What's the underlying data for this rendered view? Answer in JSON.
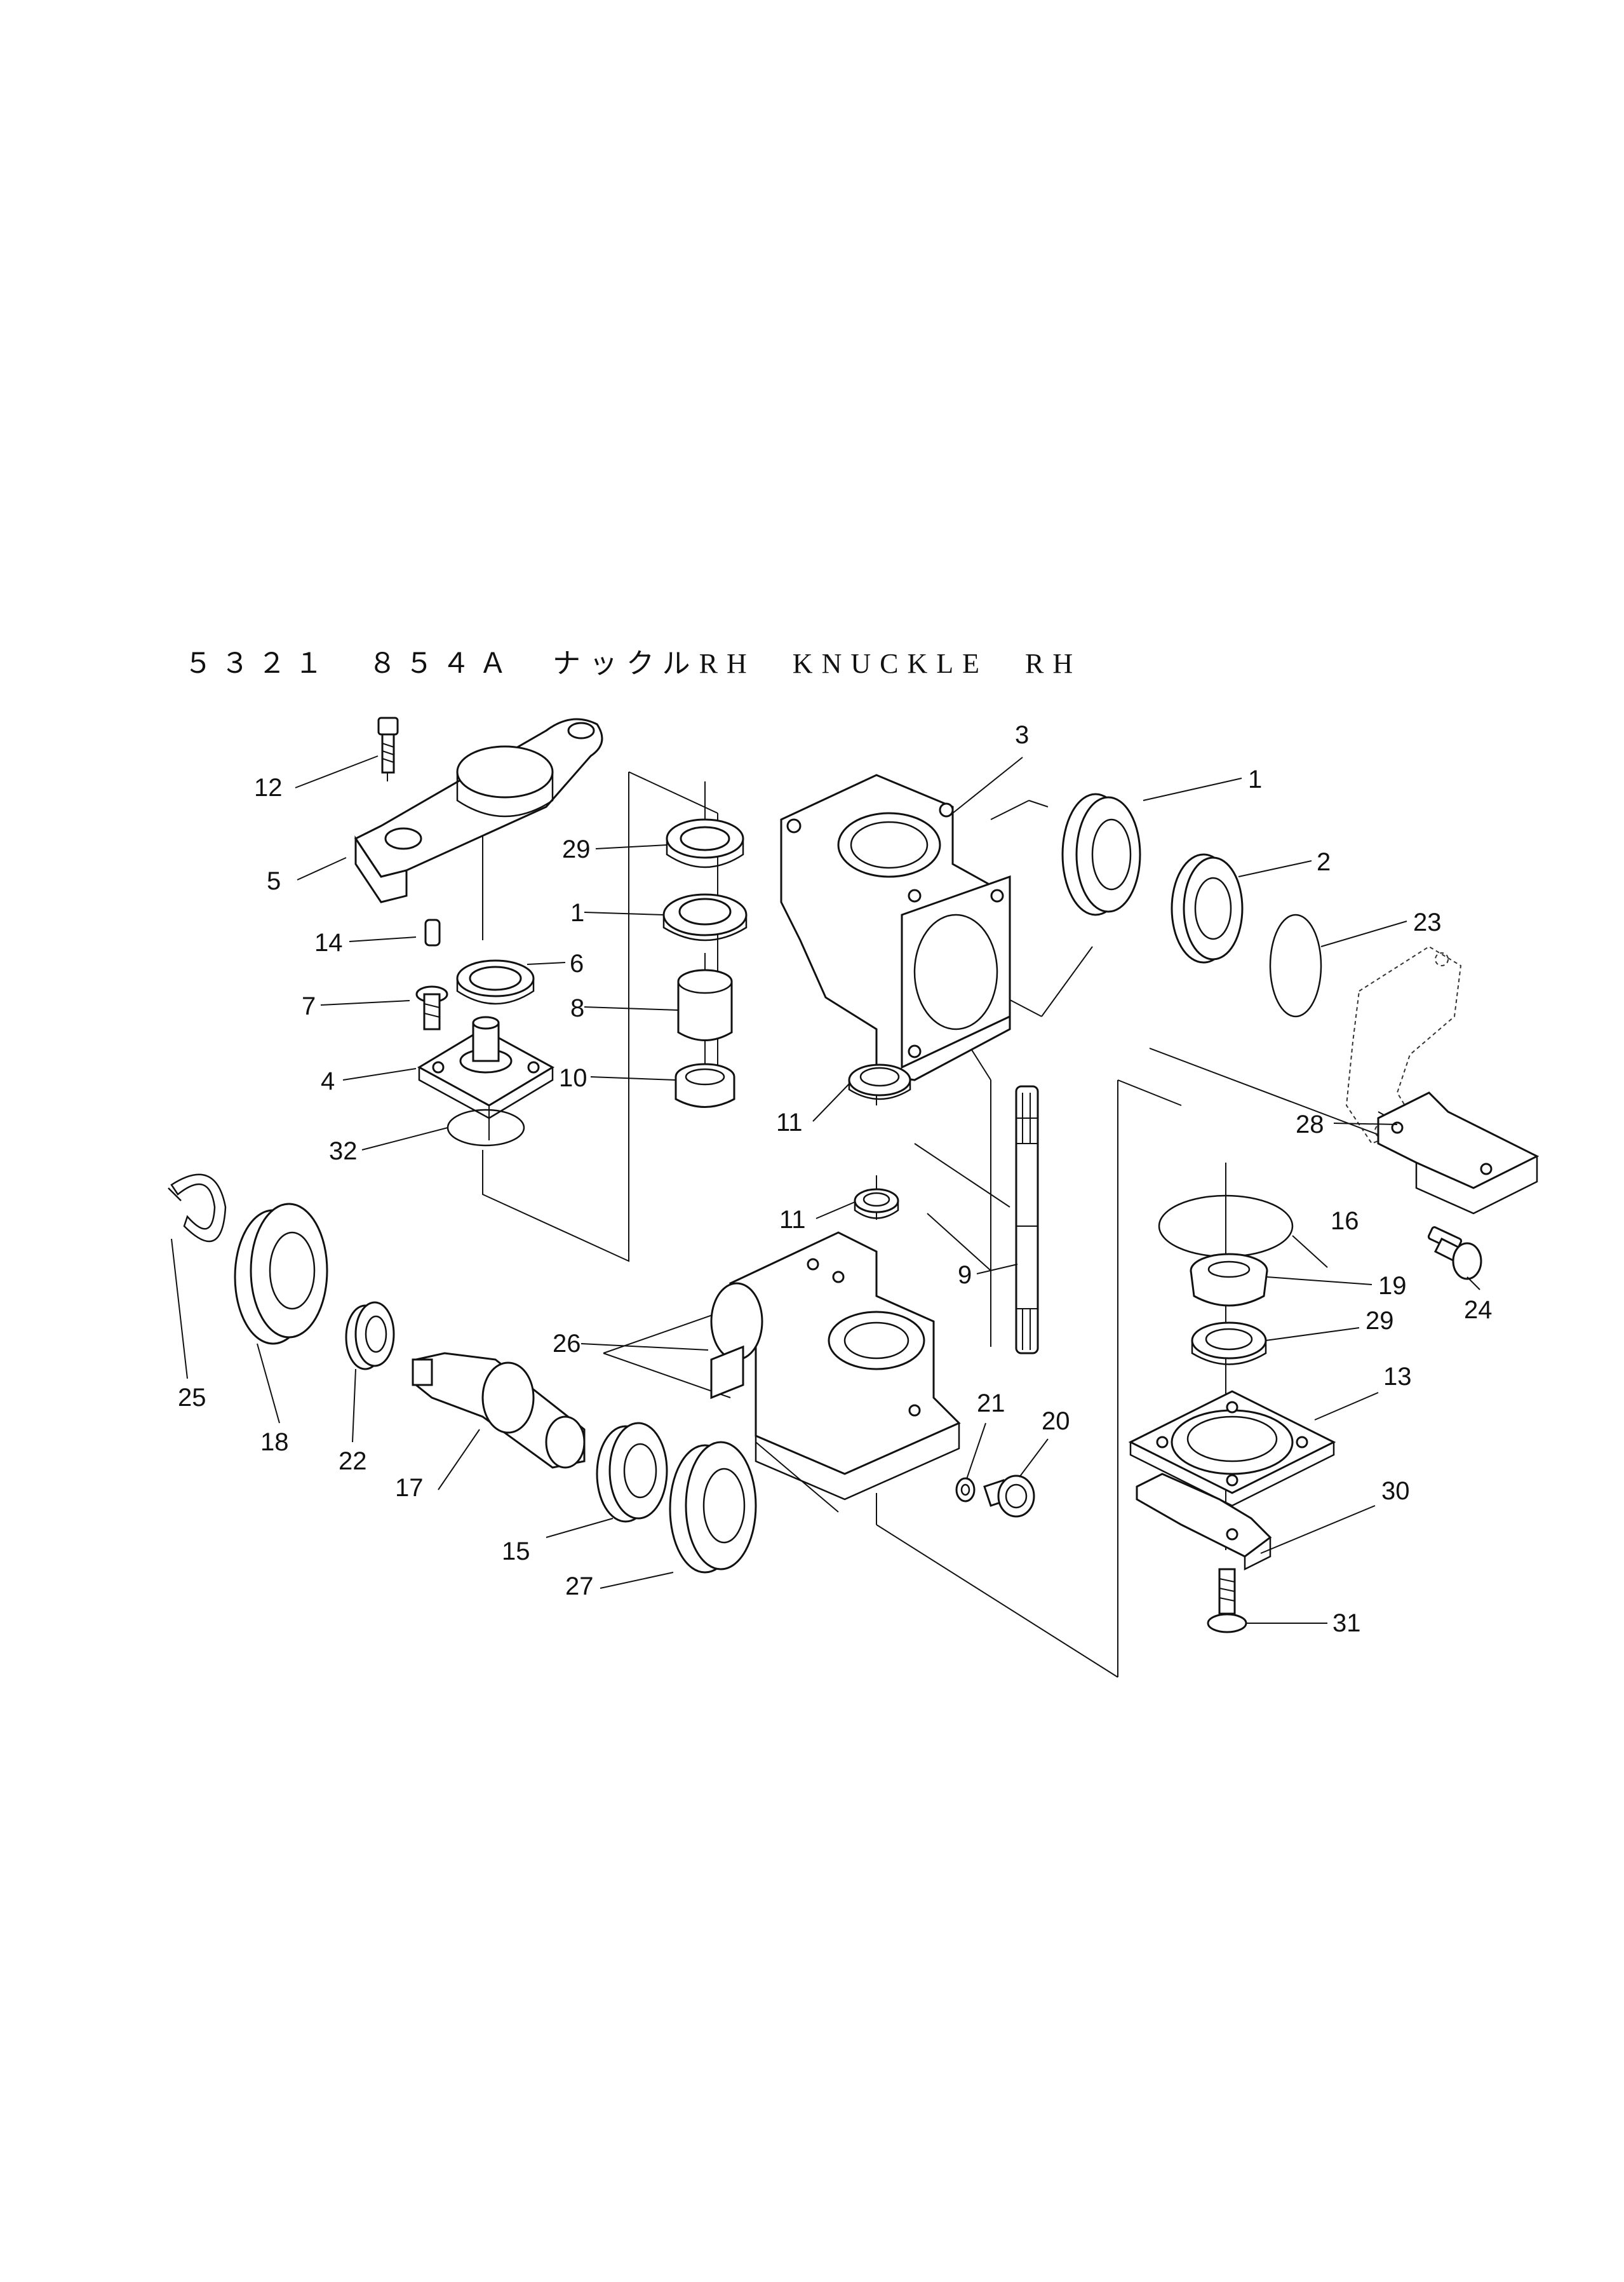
{
  "title": "５３２１　８５４Ａ　ナックルRH　KNUCKLE　RH",
  "callouts": {
    "c1a": "1",
    "c1b": "1",
    "c2": "2",
    "c3": "3",
    "c4": "4",
    "c5": "5",
    "c6": "6",
    "c7": "7",
    "c8": "8",
    "c9": "9",
    "c10": "10",
    "c11a": "11",
    "c11b": "11",
    "c12": "12",
    "c13": "13",
    "c14": "14",
    "c15": "15",
    "c16": "16",
    "c17": "17",
    "c18": "18",
    "c19": "19",
    "c20": "20",
    "c21": "21",
    "c22": "22",
    "c23": "23",
    "c24": "24",
    "c25": "25",
    "c26": "26",
    "c27": "27",
    "c28": "28",
    "c29a": "29",
    "c29b": "29",
    "c30": "30",
    "c31": "31",
    "c32": "32"
  }
}
